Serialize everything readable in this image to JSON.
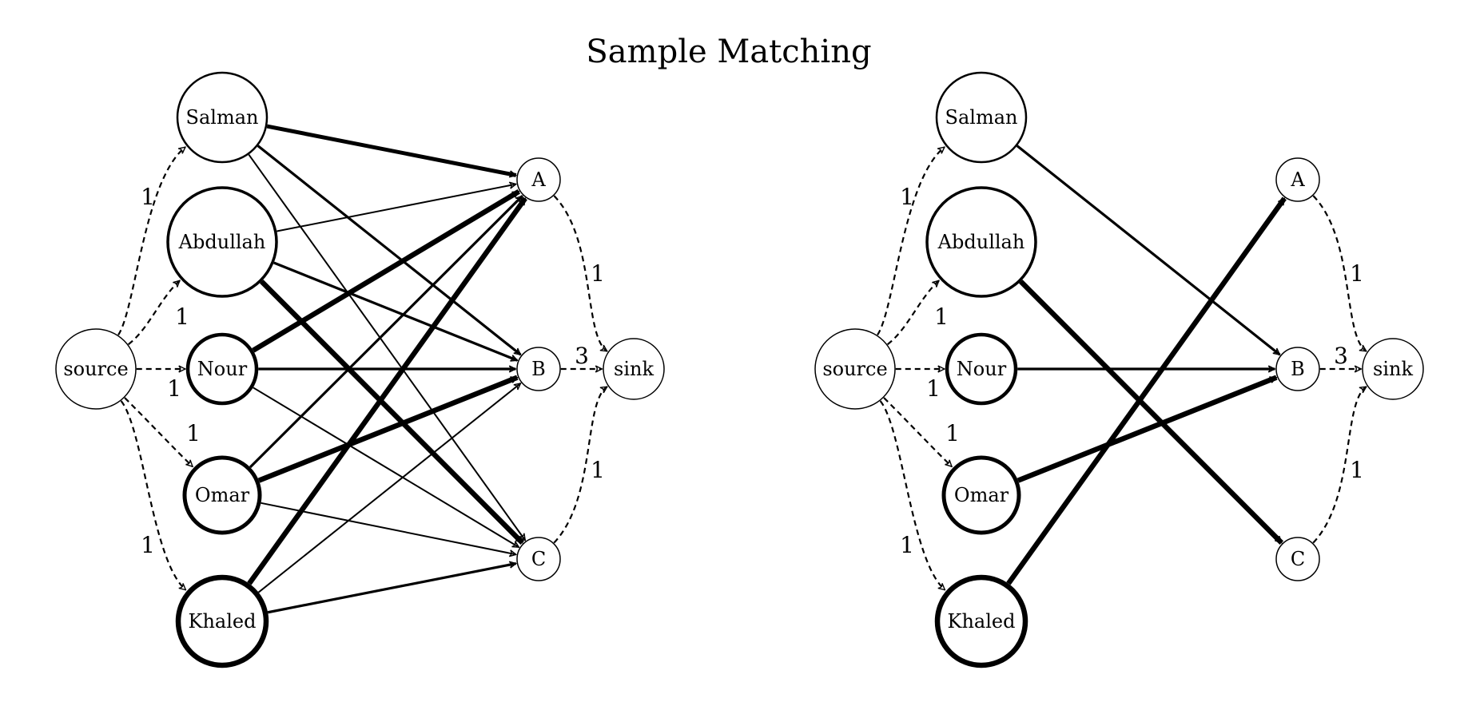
{
  "title": "Sample Matching",
  "nodes": {
    "source": "source",
    "sink": "sink",
    "people": [
      {
        "id": "salman",
        "label": "Salman"
      },
      {
        "id": "abdullah",
        "label": "Abdullah"
      },
      {
        "id": "nour",
        "label": "Nour"
      },
      {
        "id": "omar",
        "label": "Omar"
      },
      {
        "id": "khaled",
        "label": "Khaled"
      }
    ],
    "groups": [
      {
        "id": "a",
        "label": "A"
      },
      {
        "id": "b",
        "label": "B"
      },
      {
        "id": "c",
        "label": "C"
      }
    ]
  },
  "source_capacities": [
    "1",
    "1",
    "1",
    "1",
    "1"
  ],
  "group_capacities": [
    "1",
    "3",
    "1"
  ],
  "left_graph": {
    "edges": [
      {
        "from": "salman",
        "to": "a",
        "weight": 3
      },
      {
        "from": "salman",
        "to": "b",
        "weight": 2
      },
      {
        "from": "salman",
        "to": "c",
        "weight": 1
      },
      {
        "from": "abdullah",
        "to": "a",
        "weight": 1
      },
      {
        "from": "abdullah",
        "to": "b",
        "weight": 2
      },
      {
        "from": "abdullah",
        "to": "c",
        "weight": 4
      },
      {
        "from": "nour",
        "to": "a",
        "weight": 4
      },
      {
        "from": "nour",
        "to": "b",
        "weight": 2
      },
      {
        "from": "nour",
        "to": "c",
        "weight": 1
      },
      {
        "from": "omar",
        "to": "a",
        "weight": 2
      },
      {
        "from": "omar",
        "to": "b",
        "weight": 4
      },
      {
        "from": "omar",
        "to": "c",
        "weight": 1
      },
      {
        "from": "khaled",
        "to": "a",
        "weight": 4
      },
      {
        "from": "khaled",
        "to": "b",
        "weight": 1
      },
      {
        "from": "khaled",
        "to": "c",
        "weight": 2
      }
    ]
  },
  "right_graph": {
    "edges": [
      {
        "from": "salman",
        "to": "b",
        "weight": 2
      },
      {
        "from": "abdullah",
        "to": "c",
        "weight": 4
      },
      {
        "from": "nour",
        "to": "b",
        "weight": 2
      },
      {
        "from": "omar",
        "to": "b",
        "weight": 4
      },
      {
        "from": "khaled",
        "to": "a",
        "weight": 4
      }
    ]
  },
  "colors": {
    "stroke": "#000000",
    "fill": "#ffffff"
  }
}
